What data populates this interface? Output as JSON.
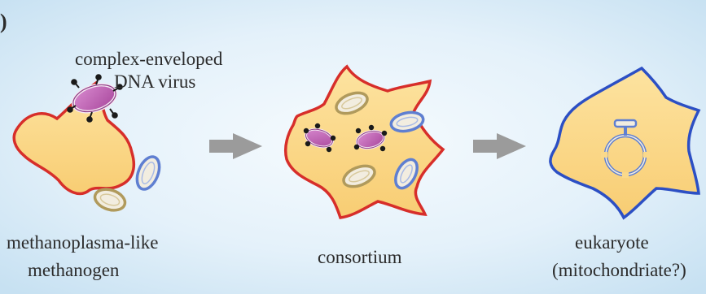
{
  "panel_marker": ")",
  "labels": {
    "virus": [
      "complex-enveloped",
      "DNA virus"
    ],
    "methanogen": [
      "methanoplasma-like",
      "methanogen"
    ],
    "consortium": "consortium",
    "eukaryote": [
      "eukaryote",
      "(mitochondriate?)"
    ]
  },
  "colors": {
    "background_light": "#f3f9fd",
    "background_blue": "#cfe6f4",
    "archaeon_fill": "#fbd98a",
    "archaeon_outline": "#d72e2a",
    "eukaryote_outline": "#2c4fc4",
    "bacterium_fill": "#f2ede0",
    "bacterium_outline_tan": "#b09a5c",
    "bacterium_outline_blue": "#5f7fd1",
    "virus_fill": "#c064b0",
    "virus_outline": "#8e3c86",
    "arrow": "#9b9b9b"
  },
  "icons": [
    "methanogen-cell",
    "virus-particle",
    "bacterium-endosymbiont",
    "process-arrow",
    "eukaryote-cell",
    "nucleus-envelope"
  ]
}
